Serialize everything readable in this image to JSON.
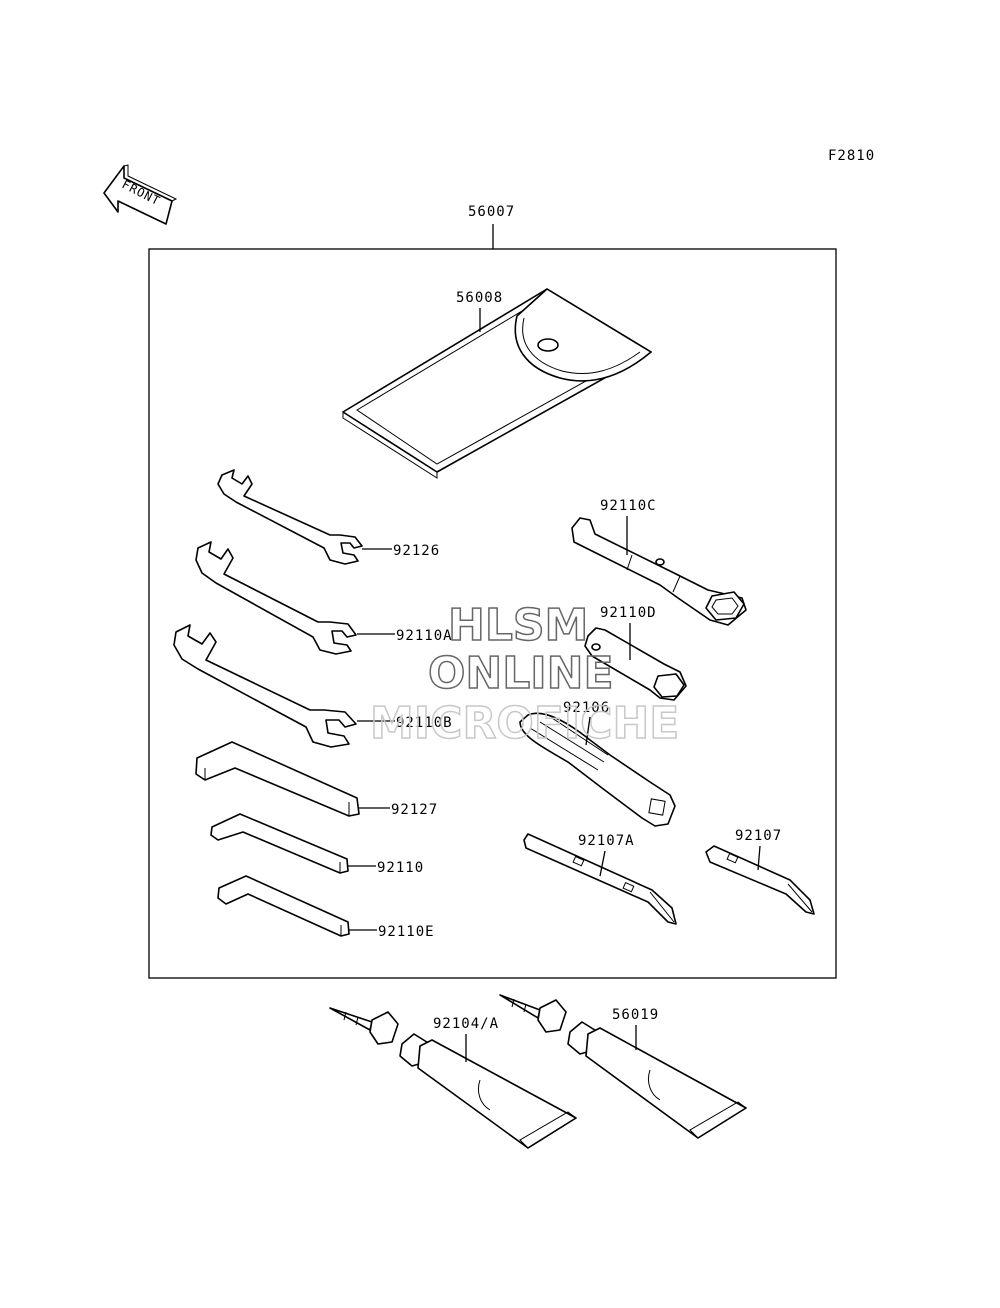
{
  "figure_code": "F2810",
  "front_label": "FRONT",
  "watermark": {
    "line1": "HLSM",
    "line2": "ONLINE",
    "line3": "MICROFICHE"
  },
  "kit_part": "56007",
  "parts": {
    "pouch": "56008",
    "wrench_small": "92126",
    "wrench_mid": "92110A",
    "wrench_large": "92110B",
    "hex_large": "92127",
    "hex_mid": "92110",
    "hex_small": "92110E",
    "box_wrench_long": "92110C",
    "box_wrench_short": "92110D",
    "handle": "92106",
    "screwdriver_double": "92107A",
    "screwdriver_single": "92107",
    "tube_left": "92104/A",
    "tube_right": "56019"
  }
}
